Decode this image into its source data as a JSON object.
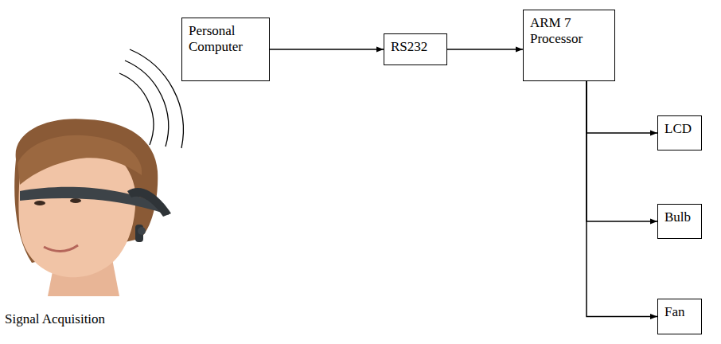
{
  "diagram": {
    "nodes": [
      {
        "text": [
          "Personal Computer"
        ]
      },
      {
        "text": [
          "RS232"
        ]
      },
      {
        "text": [
          "ARM 7 Processor"
        ]
      },
      {
        "text": [
          "LCD"
        ]
      },
      {
        "text": [
          "Bulb"
        ]
      },
      {
        "text": [
          "Fan"
        ]
      }
    ],
    "edges": [
      {
        "from": 0,
        "to": 1,
        "arrow": "to"
      },
      {
        "from": 1,
        "to": 2,
        "arrow": "to"
      },
      {
        "from": 2,
        "to": 3,
        "arrow": "to"
      },
      {
        "from": 2,
        "to": 4,
        "arrow": "to"
      },
      {
        "from": 2,
        "to": 5,
        "arrow": "to"
      }
    ],
    "labels": [
      "Signal Acquisition"
    ]
  }
}
